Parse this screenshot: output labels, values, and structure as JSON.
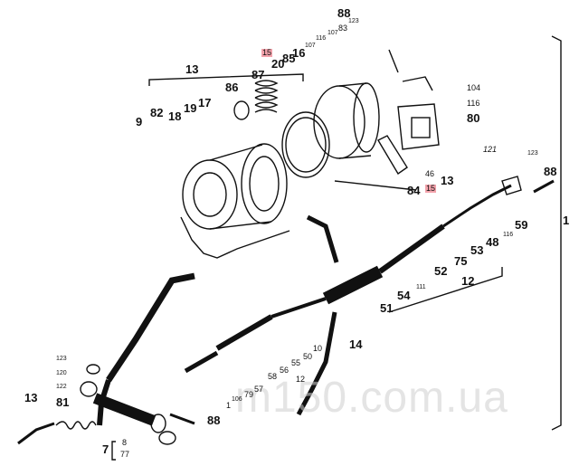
{
  "watermark": "m150.com.ua",
  "labels": {
    "l88_top": "88",
    "l123_top": "123",
    "l83": "83",
    "l107": "107",
    "l116_top": "116",
    "l107b": "107",
    "l15_top": "15",
    "l85": "85",
    "l16": "16",
    "l20": "20",
    "l13_top": "13",
    "l87": "87",
    "l86": "86",
    "l82": "82",
    "l19": "19",
    "l17": "17",
    "l18": "18",
    "l9": "9",
    "l104": "104",
    "l116_r": "116",
    "l80": "80",
    "l121": "121",
    "l123_r": "123",
    "l88_r": "88",
    "l46": "46",
    "l13_r": "13",
    "l84": "84",
    "l15_r": "15",
    "l59": "59",
    "l116_mid": "116",
    "l48": "48",
    "l53": "53",
    "l75": "75",
    "l52": "52",
    "l12_r": "12",
    "l1": "1",
    "l111": "111",
    "l54": "54",
    "l51": "51",
    "l14": "14",
    "l10": "10",
    "l50": "50",
    "l55": "55",
    "l56": "56",
    "l58": "58",
    "l57": "57",
    "l79": "79",
    "l12_bot": "12",
    "l1_bot": "1",
    "l106": "106",
    "l123_l": "123",
    "l120": "120",
    "l122": "122",
    "l13_l": "13",
    "l81": "81",
    "l88_bot": "88",
    "l7": "7",
    "l8": "8",
    "l77": "77"
  }
}
